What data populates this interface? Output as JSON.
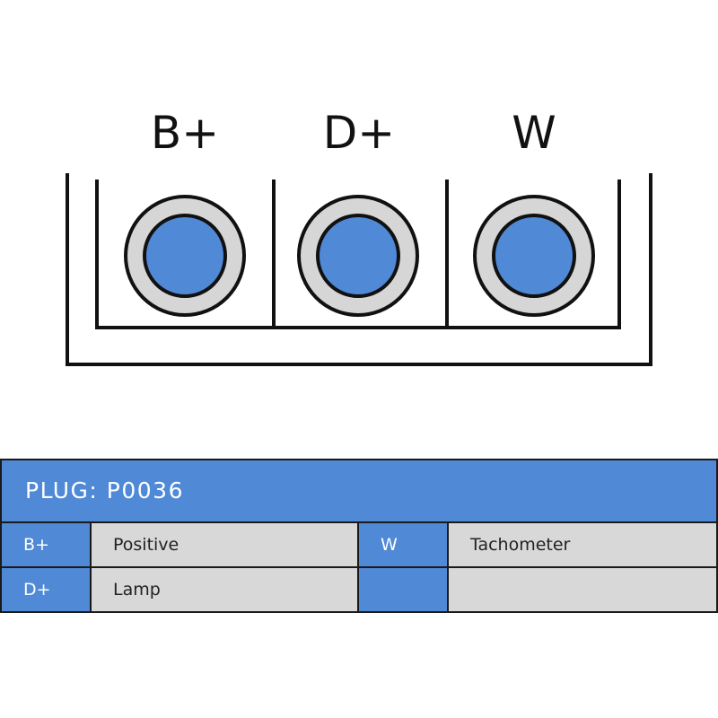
{
  "diagram": {
    "terminals": [
      {
        "label": "B+"
      },
      {
        "label": "D+"
      },
      {
        "label": "W"
      }
    ],
    "colors": {
      "pin_fill": "#5089d6",
      "ring_fill": "#d6d6d6",
      "outline": "#111111"
    }
  },
  "table": {
    "header": "PLUG: P0036",
    "rows": [
      {
        "code_left": "B+",
        "desc_left": "Positive",
        "code_right": "W",
        "desc_right": "Tachometer"
      },
      {
        "code_left": "D+",
        "desc_left": "Lamp",
        "code_right": "",
        "desc_right": ""
      }
    ],
    "colors": {
      "header_bg": "#5089d6",
      "code_bg": "#5089d6",
      "desc_bg": "#d8d8d8"
    }
  }
}
